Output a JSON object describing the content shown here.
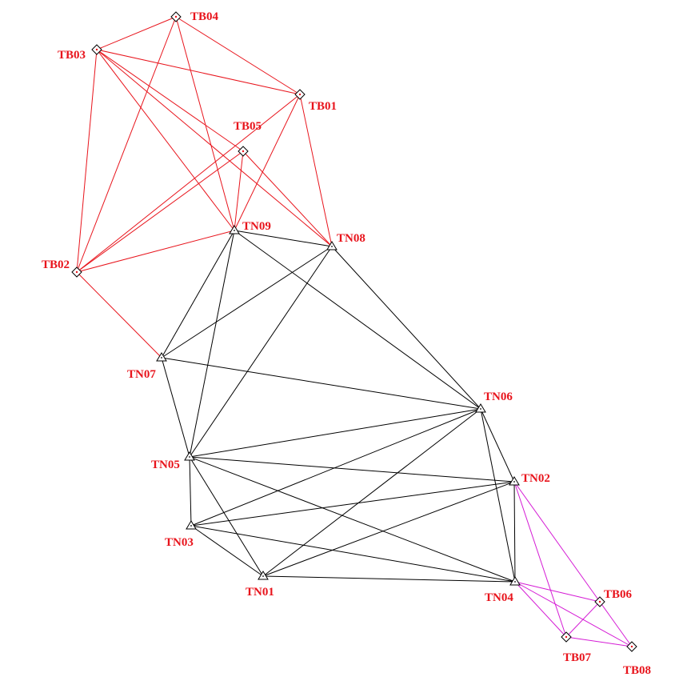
{
  "colors": {
    "primary_edge": "#000000",
    "tb_north_edge": "#e8141c",
    "tb_south_edge": "#d51bd5",
    "label": "#e8141c",
    "marker": "#000000"
  },
  "nodes": {
    "TB04": {
      "label": "TB04",
      "kind": "diamond"
    },
    "TB03": {
      "label": "TB03",
      "kind": "diamond"
    },
    "TB01": {
      "label": "TB01",
      "kind": "diamond"
    },
    "TB05": {
      "label": "TB05",
      "kind": "diamond"
    },
    "TB02": {
      "label": "TB02",
      "kind": "diamond"
    },
    "TN09": {
      "label": "TN09",
      "kind": "triangle"
    },
    "TN08": {
      "label": "TN08",
      "kind": "triangle"
    },
    "TN07": {
      "label": "TN07",
      "kind": "triangle"
    },
    "TN06": {
      "label": "TN06",
      "kind": "triangle"
    },
    "TN05": {
      "label": "TN05",
      "kind": "triangle"
    },
    "TN02": {
      "label": "TN02",
      "kind": "triangle"
    },
    "TN03": {
      "label": "TN03",
      "kind": "triangle"
    },
    "TN01": {
      "label": "TN01",
      "kind": "triangle"
    },
    "TN04": {
      "label": "TN04",
      "kind": "triangle"
    },
    "TB06": {
      "label": "TB06",
      "kind": "diamond"
    },
    "TB07": {
      "label": "TB07",
      "kind": "diamond"
    },
    "TB08": {
      "label": "TB08",
      "kind": "diamond"
    }
  },
  "edges": [
    {
      "from": "TN09",
      "to": "TN08",
      "group": "primary"
    },
    {
      "from": "TN09",
      "to": "TN07",
      "group": "primary"
    },
    {
      "from": "TN09",
      "to": "TN05",
      "group": "primary"
    },
    {
      "from": "TN09",
      "to": "TN06",
      "group": "primary"
    },
    {
      "from": "TN08",
      "to": "TN07",
      "group": "primary"
    },
    {
      "from": "TN08",
      "to": "TN05",
      "group": "primary"
    },
    {
      "from": "TN08",
      "to": "TN06",
      "group": "primary"
    },
    {
      "from": "TN07",
      "to": "TN05",
      "group": "primary"
    },
    {
      "from": "TN07",
      "to": "TN06",
      "group": "primary"
    },
    {
      "from": "TN06",
      "to": "TN05",
      "group": "primary"
    },
    {
      "from": "TN06",
      "to": "TN03",
      "group": "primary"
    },
    {
      "from": "TN06",
      "to": "TN01",
      "group": "primary"
    },
    {
      "from": "TN06",
      "to": "TN02",
      "group": "primary"
    },
    {
      "from": "TN06",
      "to": "TN04",
      "group": "primary"
    },
    {
      "from": "TN05",
      "to": "TN02",
      "group": "primary"
    },
    {
      "from": "TN05",
      "to": "TN03",
      "group": "primary"
    },
    {
      "from": "TN05",
      "to": "TN01",
      "group": "primary"
    },
    {
      "from": "TN05",
      "to": "TN04",
      "group": "primary"
    },
    {
      "from": "TN03",
      "to": "TN02",
      "group": "primary"
    },
    {
      "from": "TN03",
      "to": "TN01",
      "group": "primary"
    },
    {
      "from": "TN03",
      "to": "TN04",
      "group": "primary"
    },
    {
      "from": "TN01",
      "to": "TN02",
      "group": "primary"
    },
    {
      "from": "TN01",
      "to": "TN04",
      "group": "primary"
    },
    {
      "from": "TN02",
      "to": "TN04",
      "group": "primary"
    },
    {
      "from": "TB04",
      "to": "TB03",
      "group": "tb_north"
    },
    {
      "from": "TB04",
      "to": "TB01",
      "group": "tb_north"
    },
    {
      "from": "TB04",
      "to": "TB02",
      "group": "tb_north"
    },
    {
      "from": "TB04",
      "to": "TN09",
      "group": "tb_north"
    },
    {
      "from": "TB03",
      "to": "TB01",
      "group": "tb_north"
    },
    {
      "from": "TB03",
      "to": "TB05",
      "group": "tb_north"
    },
    {
      "from": "TB03",
      "to": "TB02",
      "group": "tb_north"
    },
    {
      "from": "TB03",
      "to": "TN09",
      "group": "tb_north"
    },
    {
      "from": "TB03",
      "to": "TN08",
      "group": "tb_north"
    },
    {
      "from": "TB01",
      "to": "TB02",
      "group": "tb_north"
    },
    {
      "from": "TB01",
      "to": "TN09",
      "group": "tb_north"
    },
    {
      "from": "TB01",
      "to": "TN08",
      "group": "tb_north"
    },
    {
      "from": "TB05",
      "to": "TB02",
      "group": "tb_north"
    },
    {
      "from": "TB05",
      "to": "TN09",
      "group": "tb_north"
    },
    {
      "from": "TB05",
      "to": "TN08",
      "group": "tb_north"
    },
    {
      "from": "TB02",
      "to": "TN09",
      "group": "tb_north"
    },
    {
      "from": "TB02",
      "to": "TN07",
      "group": "tb_north"
    },
    {
      "from": "TN02",
      "to": "TB06",
      "group": "tb_south"
    },
    {
      "from": "TN02",
      "to": "TB07",
      "group": "tb_south"
    },
    {
      "from": "TN04",
      "to": "TB06",
      "group": "tb_south"
    },
    {
      "from": "TN04",
      "to": "TB07",
      "group": "tb_south"
    },
    {
      "from": "TN04",
      "to": "TB08",
      "group": "tb_south"
    },
    {
      "from": "TB06",
      "to": "TB07",
      "group": "tb_south"
    },
    {
      "from": "TB06",
      "to": "TB08",
      "group": "tb_south"
    },
    {
      "from": "TB07",
      "to": "TB08",
      "group": "tb_south"
    }
  ]
}
